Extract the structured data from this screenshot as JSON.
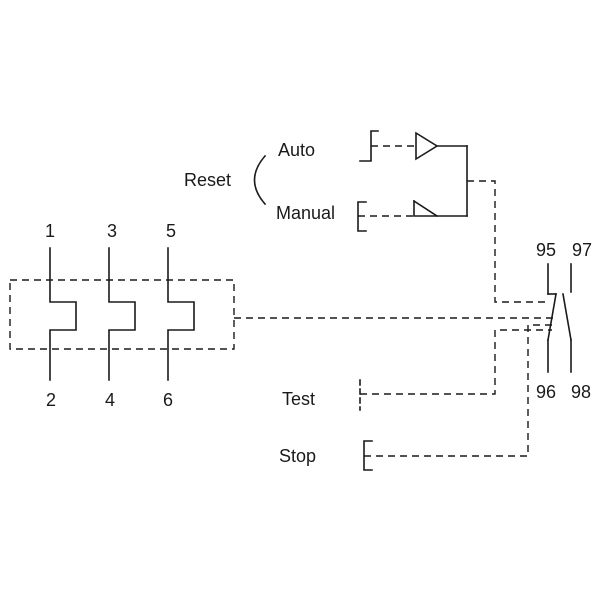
{
  "labels": {
    "reset": "Reset",
    "auto": "Auto",
    "manual": "Manual",
    "test": "Test",
    "stop": "Stop"
  },
  "terminals": {
    "t1": "1",
    "t2": "2",
    "t3": "3",
    "t4": "4",
    "t5": "5",
    "t6": "6",
    "t95": "95",
    "t96": "96",
    "t97": "97",
    "t98": "98"
  }
}
